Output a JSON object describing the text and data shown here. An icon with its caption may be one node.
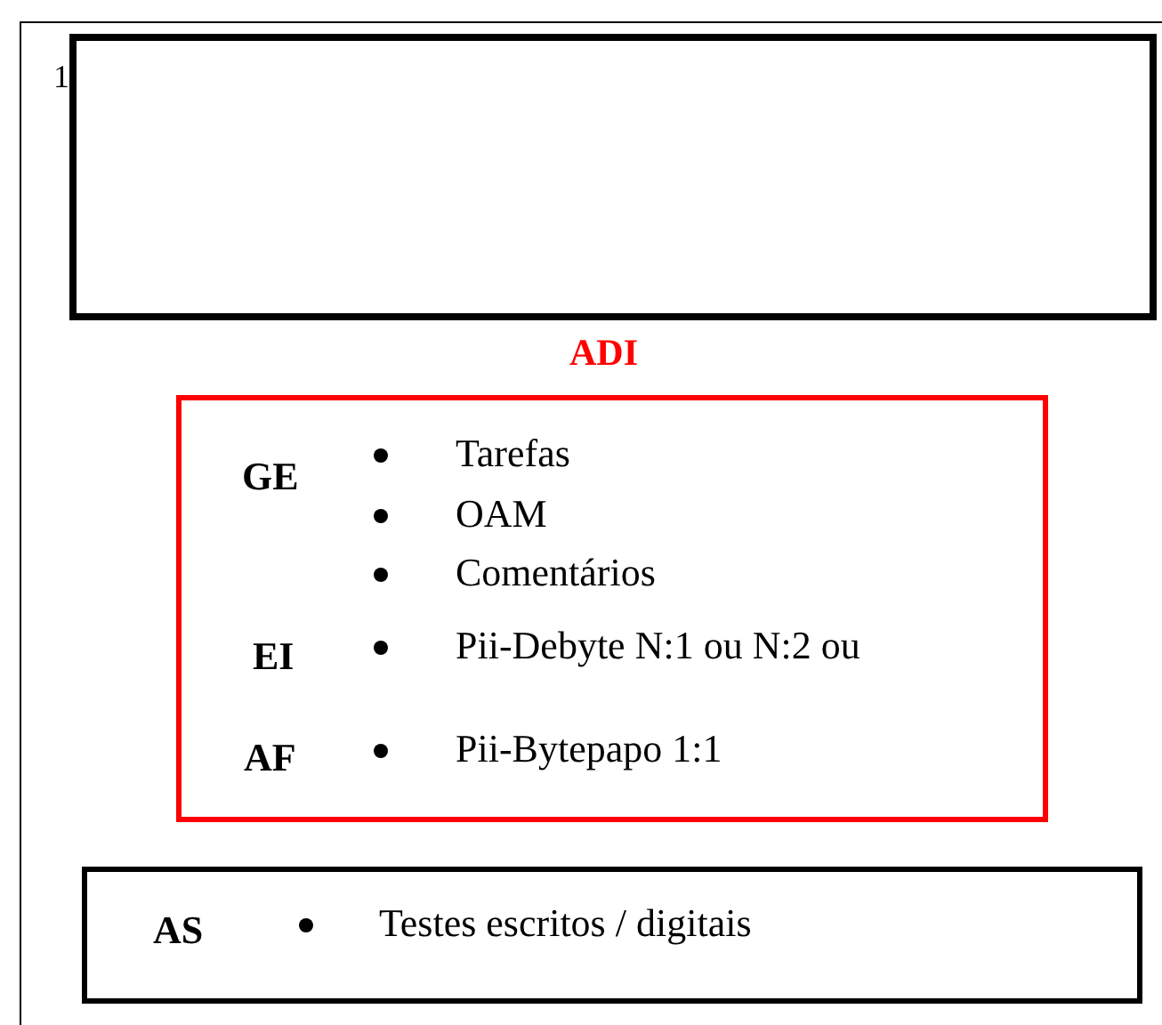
{
  "diagram": {
    "nodes": [
      {
        "text": [],
        "shape": "box"
      },
      {
        "text": [],
        "shape": "box",
        "in": 0,
        "beside": [
          "1"
        ]
      },
      {
        "text": [
          "ADI",
          "GE",
          "Tarefas",
          "OAM",
          "Comentários",
          "EI",
          "Pii-Debyte N:1 ou N:2 ou",
          "AF",
          "Pii-Bytepapo 1:1"
        ],
        "in": 0
      },
      {
        "text": [
          "AS",
          "Testes escritos / digitais"
        ],
        "in": 0
      }
    ]
  }
}
